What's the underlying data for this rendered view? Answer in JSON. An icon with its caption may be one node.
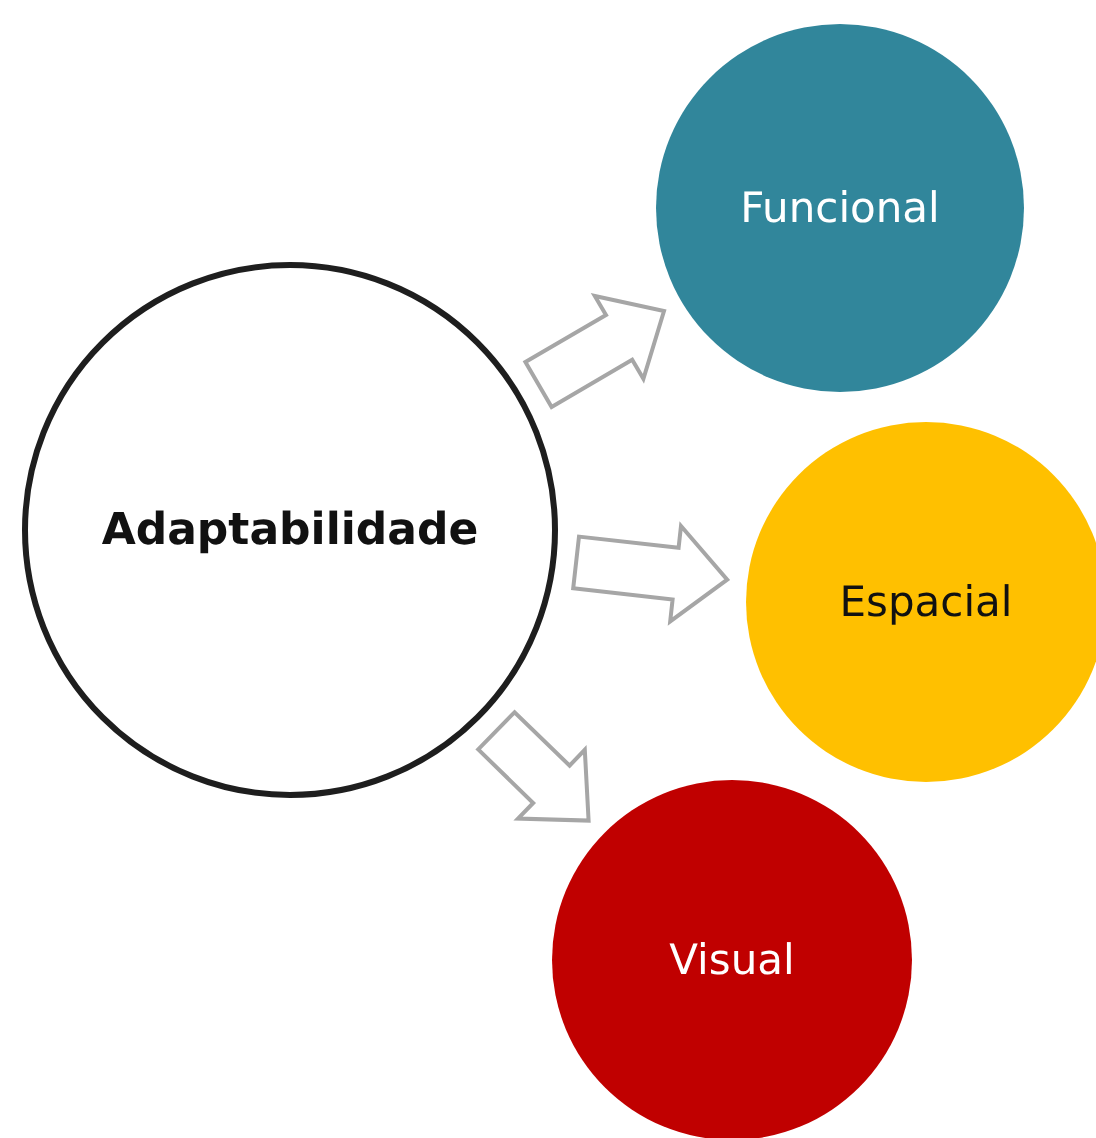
{
  "diagram": {
    "nodes": [
      {
        "text": [
          "Adaptabilidade"
        ]
      },
      {
        "text": [
          "Funcional"
        ]
      },
      {
        "text": [
          "Espacial"
        ]
      },
      {
        "text": [
          "Visual"
        ]
      }
    ],
    "edges": [
      {
        "from": 0,
        "to": 1,
        "arrow": "to"
      },
      {
        "from": 0,
        "to": 2,
        "arrow": "to"
      },
      {
        "from": 0,
        "to": 3,
        "arrow": "to"
      }
    ]
  }
}
